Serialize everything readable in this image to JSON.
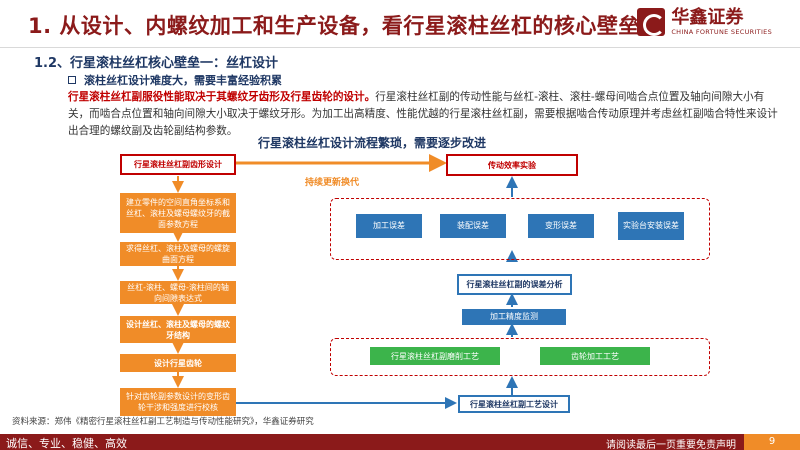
{
  "header": {
    "title": "1. 从设计、内螺纹加工和生产设备，看行星滚柱丝杠的核心壁垒",
    "logo_cn": "华鑫证券",
    "logo_en": "CHINA FORTUNE SECURITIES"
  },
  "section": {
    "heading": "1.2、行星滚柱丝杠核心壁垒一：丝杠设计",
    "bullet": "滚柱丝杠设计难度大，需要丰富经验积累",
    "para_highlight": "行星滚柱丝杠副服役性能取决于其螺纹牙齿形及行星齿轮的设计。",
    "para_rest": "行星滚柱丝杠副的传动性能与丝杠-滚柱、滚柱-螺母间啮合点位置及轴向间隙大小有关，而啮合点位置和轴向间隙大小取决于螺纹牙形。为加工出高精度、性能优越的行星滚柱丝杠副，需要根据啮合传动原理并考虑丝杠副啮合特性来设计出合理的螺纹副及齿轮副结构参数。"
  },
  "flow": {
    "title": "行星滚柱丝杠设计流程繁琐，需要逐步改进",
    "loop_label": "持续更新换代",
    "left": {
      "head": "行星滚柱丝杠副齿形设计",
      "step1": "建立零件的空间直角坐标系和丝杠、滚柱及螺母螺纹牙的截面参数方程",
      "step2": "求得丝杠、滚柱及螺母的螺旋曲面方程",
      "step3": "丝杠-滚柱、螺母-滚柱间的轴向间隙表达式",
      "step4": "设计丝杠、滚柱及螺母的螺纹牙结构",
      "step5": "设计行星齿轮",
      "step6": "针对齿轮副参数设计的变形齿轮干涉和强度进行校核"
    },
    "right": {
      "top": "传动效率实验",
      "errors": [
        "加工误差",
        "装配误差",
        "变形误差",
        "实验台安装误差"
      ],
      "analysis": "行星滚柱丝杠副的误差分析",
      "monitor": "加工精度监测",
      "craft1": "行星滚柱丝杠副磨削工艺",
      "craft2": "齿轮加工工艺",
      "process": "行星滚柱丝杠副工艺设计"
    }
  },
  "source": "资料来源：郑伟《精密行星滚柱丝杠副工艺制造与传动性能研究》，华鑫证券研究",
  "footer": {
    "left": "诚信、专业、稳健、高效",
    "right": "请阅读最后一页重要免责声明",
    "page": "9"
  }
}
